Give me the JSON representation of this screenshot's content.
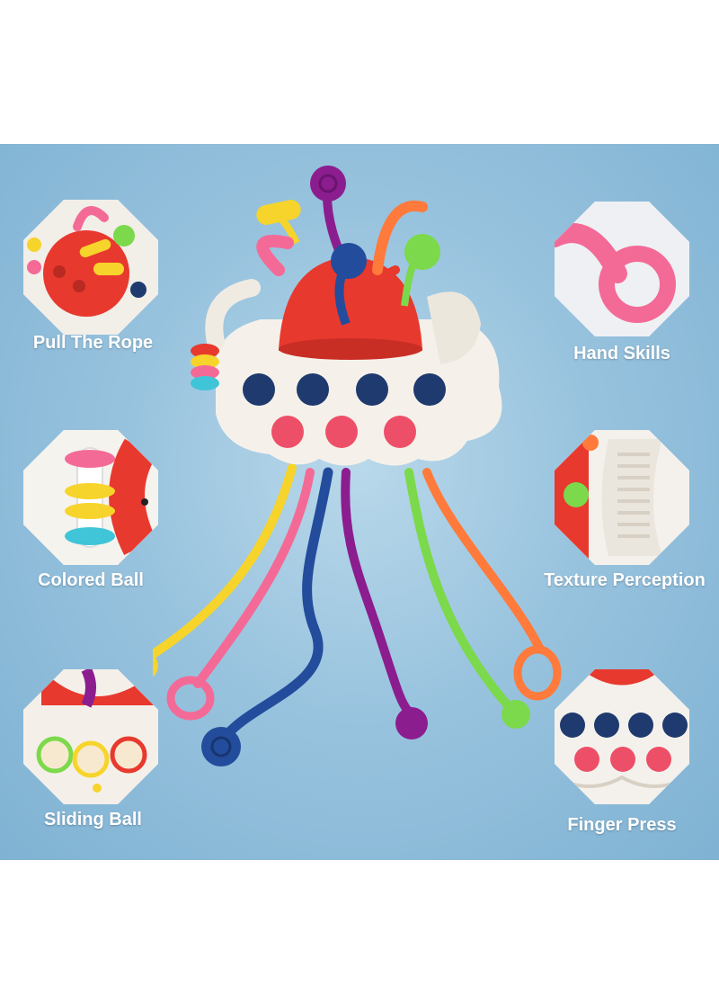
{
  "features": {
    "pull_the_rope": "Pull The Rope",
    "colored_ball": "Colored Ball",
    "sliding_ball": "Sliding Ball",
    "hand_skills": "Hand Skills",
    "texture_perception": "Texture Perception",
    "finger_press": "Finger Press"
  },
  "colors": {
    "background": "#8fbcd9",
    "toy_red": "#e8392f",
    "toy_white": "#f5f1ea",
    "navy_bubble": "#1f3a6e",
    "pink_bubble": "#ee4f68",
    "yellow": "#f7d42b",
    "pink": "#f46a96",
    "blue": "#234c9c",
    "purple": "#8b1d8f",
    "green": "#7cd94b",
    "orange": "#ff7a3b"
  }
}
